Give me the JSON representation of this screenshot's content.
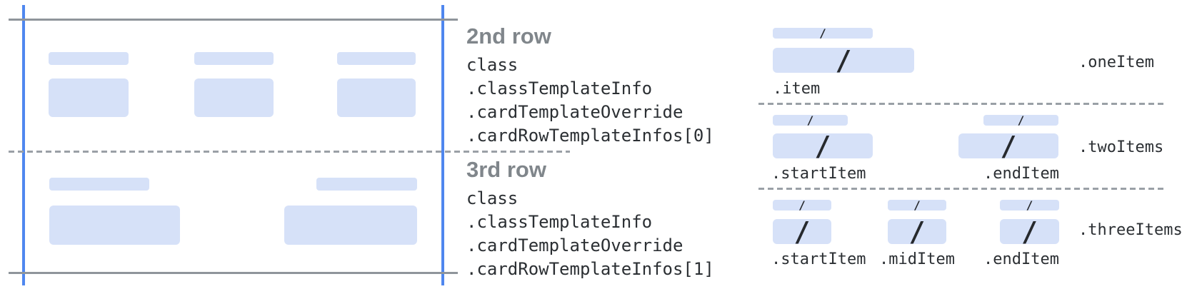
{
  "middle": {
    "sections": [
      {
        "heading": "2nd row",
        "lines": [
          "class",
          ".classTemplateInfo",
          ".cardTemplateOverride",
          ".cardRowTemplateInfos[0]"
        ]
      },
      {
        "heading": "3rd row",
        "lines": [
          "class",
          ".classTemplateInfo",
          ".cardTemplateOverride",
          ".cardRowTemplateInfos[1]"
        ]
      }
    ]
  },
  "right": {
    "sections": [
      {
        "label": ".oneItem",
        "item_labels": [
          ".item"
        ]
      },
      {
        "label": ".twoItems",
        "item_labels": [
          ".startItem",
          ".endItem"
        ]
      },
      {
        "label": ".threeItems",
        "item_labels": [
          ".startItem",
          ".midItem",
          ".endItem"
        ]
      }
    ]
  },
  "glyphs": {
    "slash": "/"
  },
  "colors": {
    "placeholder_blue": "#d6e1f8",
    "edge_guide_blue": "#4f87ef",
    "solid_line_gray": "#8f959b",
    "dashed_line_gray": "#9aa0a6",
    "heading_gray": "#80868b",
    "code_text_dark": "#2b2f33"
  }
}
